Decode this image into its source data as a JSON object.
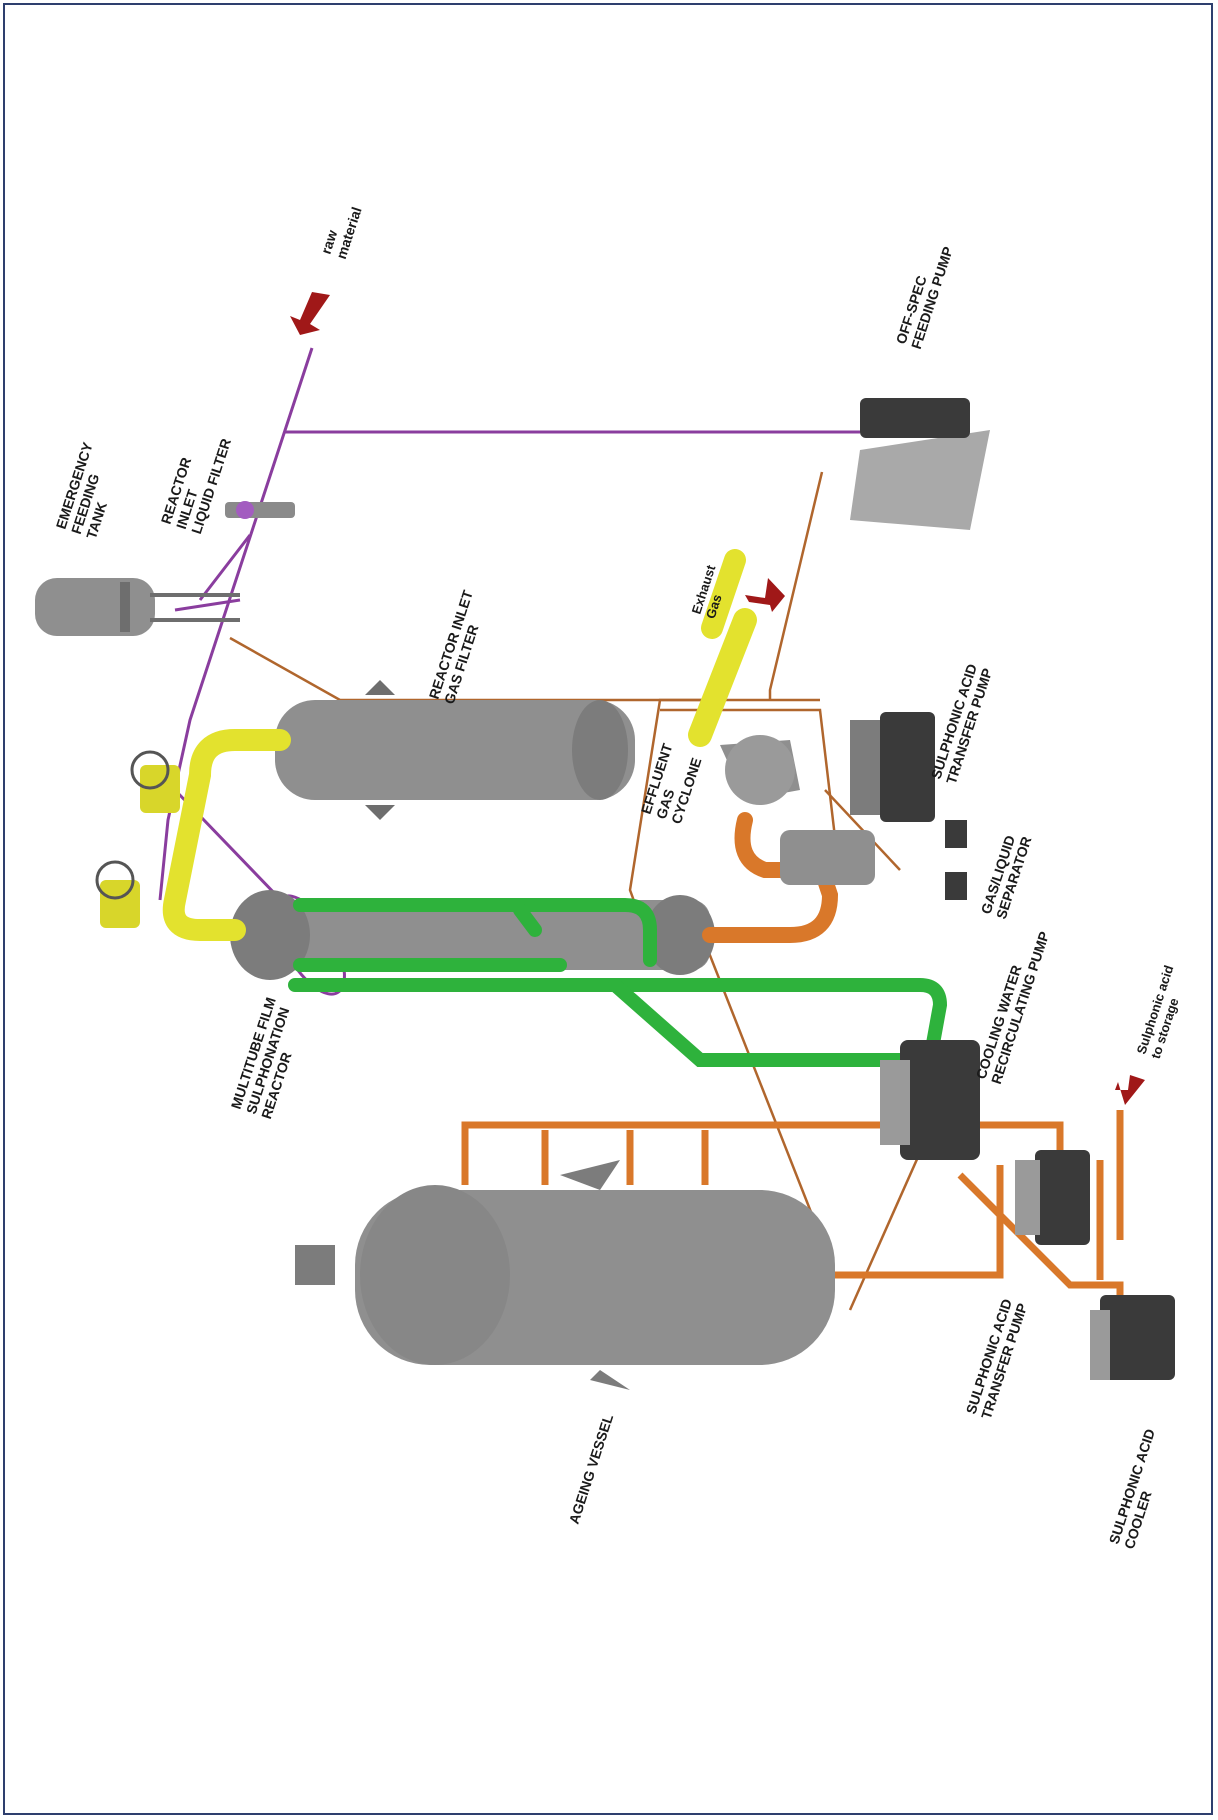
{
  "labels": {
    "raw_material": [
      "raw",
      "material"
    ],
    "off_spec_feeding_pump": [
      "OFF-SPEC",
      "FEEDING PUMP"
    ],
    "emergency_feeding_tank": [
      "EMERGENCY",
      "FEEDING",
      "TANK"
    ],
    "reactor_inlet_liquid_filter": [
      "REACTOR",
      "INLET",
      "LIQUID FILTER"
    ],
    "reactor_inlet_gas_filter": [
      "REACTOR INLET",
      "GAS FILTER"
    ],
    "exhaust_gas": [
      "Exhaust",
      "Gas"
    ],
    "effluent_gas_cyclone": [
      "EFFLUENT",
      "GAS",
      "CYCLONE"
    ],
    "sulphonic_acid_transfer_pump_top": [
      "SULPHONIC ACID",
      "TRANSFER PUMP"
    ],
    "gas_liquid_separator": [
      "GAS/LIQUID",
      "SEPARATOR"
    ],
    "multitube_film_reactor": [
      "MULTITUBE FILM",
      "SULPHONATION",
      "REACTOR"
    ],
    "cooling_water_pump": [
      "COOLING WATER",
      "RECIRCULATING PUMP"
    ],
    "sulphonic_acid_to_storage": [
      "Sulphonic acid",
      "to storage"
    ],
    "ageing_vessel": [
      "AGEING VESSEL"
    ],
    "sulphonic_acid_transfer_pump_bottom": [
      "SULPHONIC ACID",
      "TRANSFER PUMP"
    ],
    "sulphonic_acid_cooler": [
      "SULPHONIC ACID",
      "COOLER"
    ]
  },
  "colors": {
    "frame": "#2e3f6e",
    "vessel": "#8f8f8f",
    "vessel_dark": "#6e6e6e",
    "purple_line": "#8a3d9e",
    "green_pipe": "#2eb23c",
    "yellow_pipe": "#e3e22e",
    "orange_pipe": "#d9782a",
    "brown_line": "#b0662d",
    "arrow_red": "#a01818",
    "pump_dark": "#3a3a3a"
  }
}
